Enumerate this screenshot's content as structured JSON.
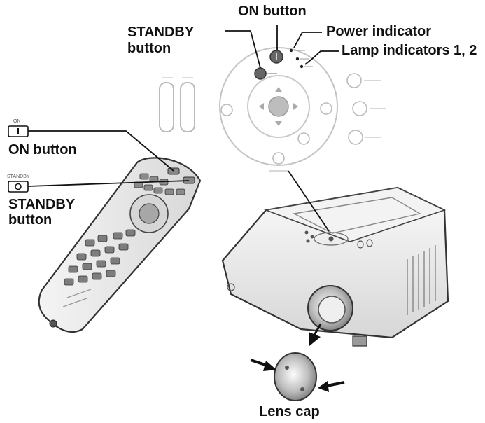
{
  "callouts": {
    "on_button_top": "ON button",
    "standby_top_line1": "STANDBY",
    "standby_top_line2": "button",
    "power_indicator": "Power indicator",
    "lamp_indicators": "Lamp indicators 1, 2",
    "on_button_left": "ON button",
    "standby_left_line1": "STANDBY",
    "standby_left_line2": "button",
    "lens_cap": "Lens cap"
  },
  "small_labels": {
    "on_key": "ON",
    "standby_key": "STANDBY"
  },
  "colors": {
    "line": "#111111",
    "panel_gray": "#6b6b6b",
    "light_gray": "#cfcfcf",
    "mid_gray": "#9a9a9a"
  }
}
